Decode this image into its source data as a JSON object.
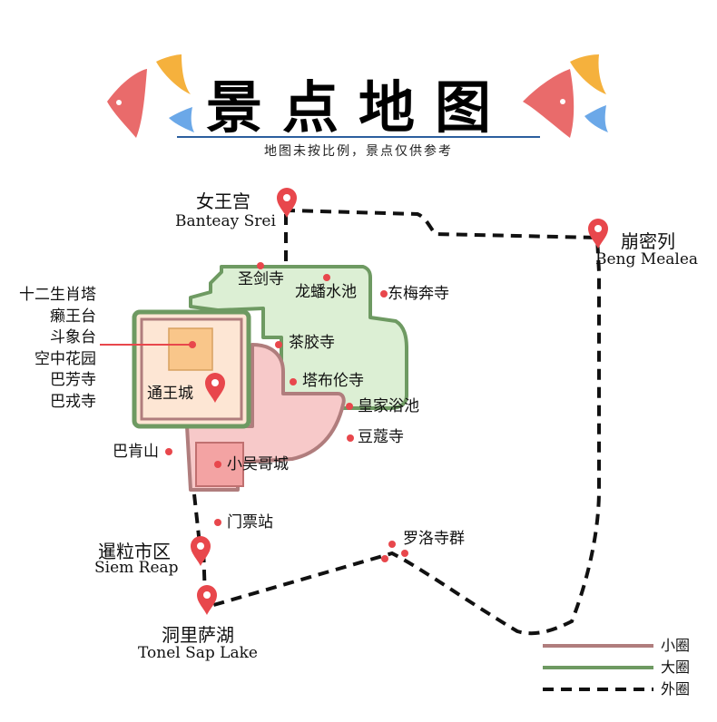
{
  "title": "景点地图",
  "subtitle": "地图未按比例，景点仅供参考",
  "colors": {
    "small_loop": "#b07d7d",
    "big_loop": "#6e9a62",
    "outer_loop": "#111111",
    "pin": "#e8474c",
    "dot": "#e8474c",
    "big_fill": "#dcefd4",
    "small_fill": "#f7c9c9",
    "angkor_wat_fill": "#fde6d4",
    "inner_square": "#f9c68a",
    "angkor_thom_square": "#f3a3a3",
    "fish_red": "#e96b6b",
    "fish_orange": "#f5b13d",
    "fish_blue": "#6ba8e8"
  },
  "places": {
    "banteay_srei_cn": "女王宫",
    "banteay_srei_en": "Banteay Srei",
    "beng_mealea_cn": "崩密列",
    "beng_mealea_en": "Beng Mealea",
    "siem_reap_cn": "暹粒市区",
    "siem_reap_en": "Siem Reap",
    "tonle_sap_cn": "洞里萨湖",
    "tonle_sap_en": "Tonel Sap Lake"
  },
  "sites": {
    "preah_khan": "圣剑寺",
    "neak_pean": "龙蟠水池",
    "east_mebon": "东梅奔寺",
    "ta_keo": "茶胶寺",
    "ta_prohm": "塔布伦寺",
    "srah_srang": "皇家浴池",
    "banteay_kdei": "豆蔻寺",
    "angkor_wat": "通王城",
    "angkor_thom": "小吴哥城",
    "phnom_bakheng": "巴肯山",
    "ticket_office": "门票站",
    "roluos": "罗洛寺群"
  },
  "angkor_wat_list": [
    "十二生肖塔",
    "癞王台",
    "斗象台",
    "空中花园",
    "巴芳寺",
    "巴戎寺"
  ],
  "legend": {
    "small": "小圈",
    "big": "大圈",
    "outer": "外圈"
  }
}
